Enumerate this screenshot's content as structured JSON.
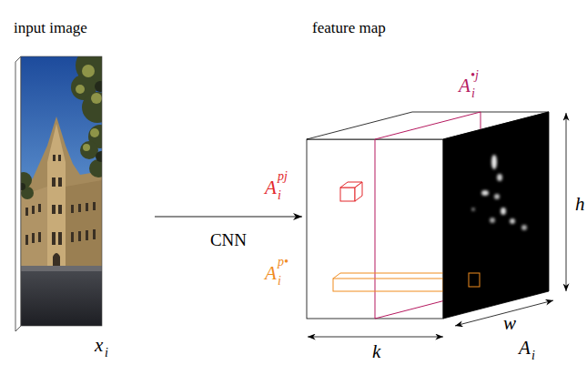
{
  "diagram": {
    "nodes": [
      {
        "text": [
          "input image",
          "x",
          "i"
        ]
      },
      {
        "text": [
          "feature map",
          "A",
          "i"
        ]
      }
    ],
    "edges": [
      {
        "from": 0,
        "to": 1,
        "arrow": "to",
        "label": "CNN"
      }
    ],
    "labels": [
      "A",
      "i",
      "•j",
      "A",
      "i",
      "pj",
      "A",
      "i",
      "p•",
      "h",
      "k",
      "w"
    ]
  }
}
